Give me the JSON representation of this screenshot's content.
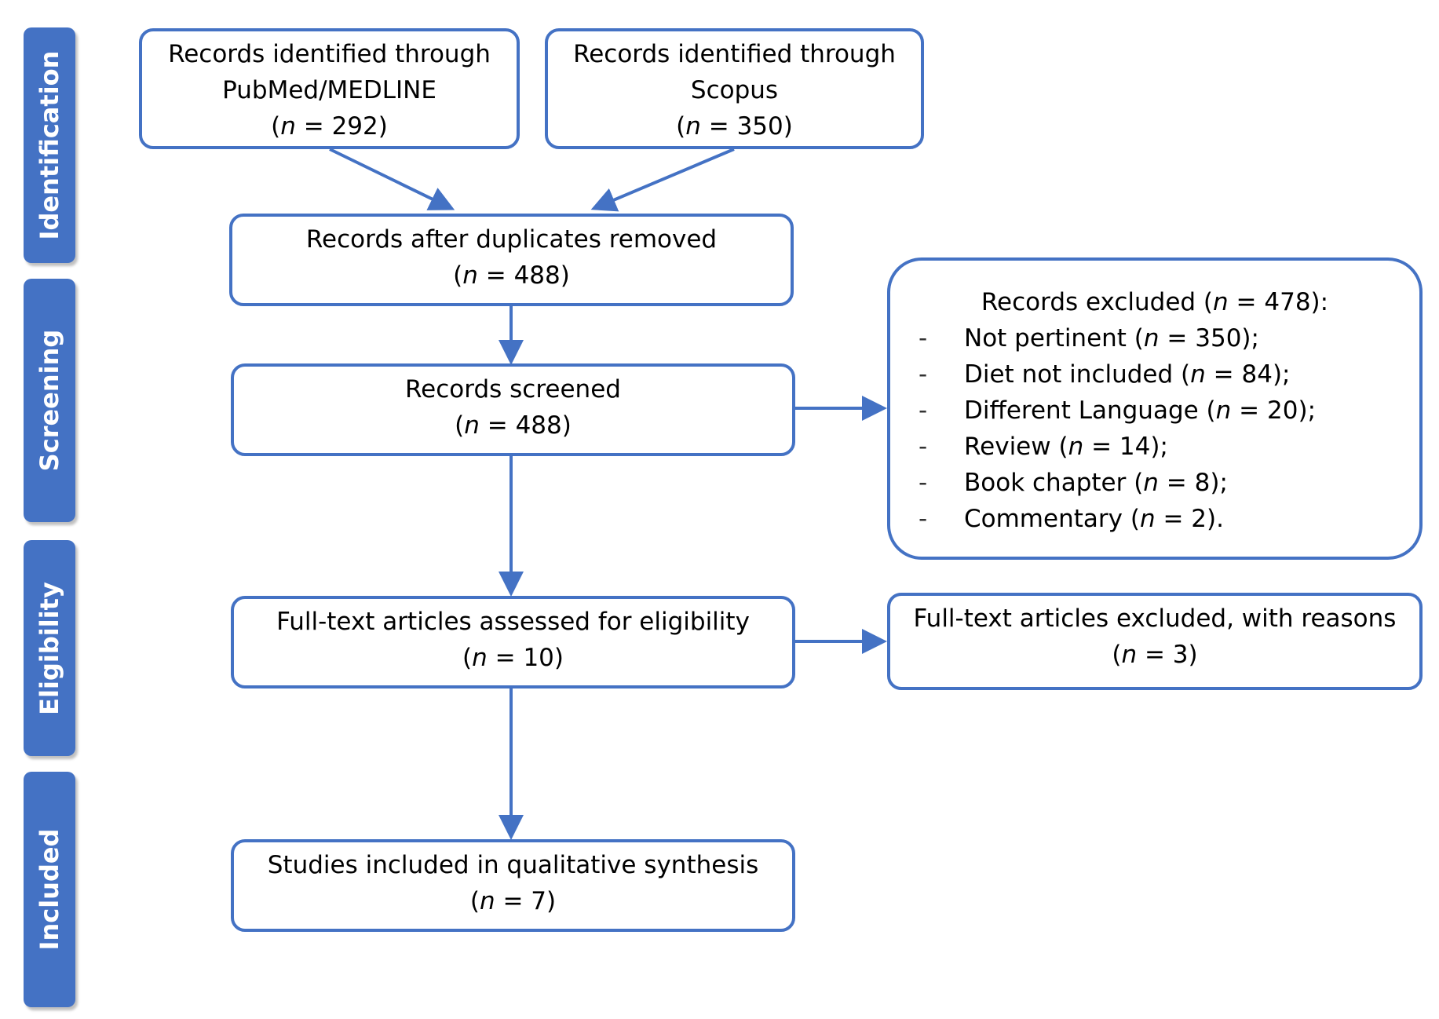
{
  "colors": {
    "accent": "#4472c4",
    "stage_text": "#ffffff",
    "box_border": "#4472c4"
  },
  "stages": [
    {
      "label": "Identification"
    },
    {
      "label": "Screening"
    },
    {
      "label": "Eligibility"
    },
    {
      "label": "Included"
    }
  ],
  "boxes": {
    "pubmed": {
      "line1": "Records identified through",
      "line2": "PubMed/MEDLINE",
      "n_label": "n",
      "n_value": "292"
    },
    "scopus": {
      "line1": "Records identified through",
      "line2": "Scopus",
      "n_label": "n",
      "n_value": "350"
    },
    "duplicates": {
      "line1": "Records after duplicates removed",
      "n_label": "n",
      "n_value": "488"
    },
    "screened": {
      "line1": "Records screened",
      "n_label": "n",
      "n_value": "488"
    },
    "fulltext": {
      "line1": "Full-text articles assessed for eligibility",
      "n_label": "n",
      "n_value": "10"
    },
    "included": {
      "line1": "Studies included in qualitative synthesis",
      "n_label": "n",
      "n_value": "7"
    },
    "fulltext_excluded": {
      "line1": "Full-text articles excluded, with reasons",
      "n_label": "n",
      "n_value": "3"
    },
    "records_excluded": {
      "title": "Records excluded",
      "n_label": "n",
      "n_value": "478",
      "bullet": "-",
      "items": [
        {
          "label": "Not pertinent",
          "n_label": "n",
          "n_value": "350",
          "end": ";"
        },
        {
          "label": "Diet not included",
          "n_label": "n",
          "n_value": "84",
          "end": ";"
        },
        {
          "label": "Different Language",
          "n_label": "n",
          "n_value": "20",
          "end": ";"
        },
        {
          "label": "Review",
          "n_label": "n",
          "n_value": "14",
          "end": ";"
        },
        {
          "label": "Book chapter",
          "n_label": "n",
          "n_value": "8",
          "end": ";"
        },
        {
          "label": "Commentary",
          "n_label": "n",
          "n_value": "2",
          "end": "."
        }
      ]
    }
  }
}
